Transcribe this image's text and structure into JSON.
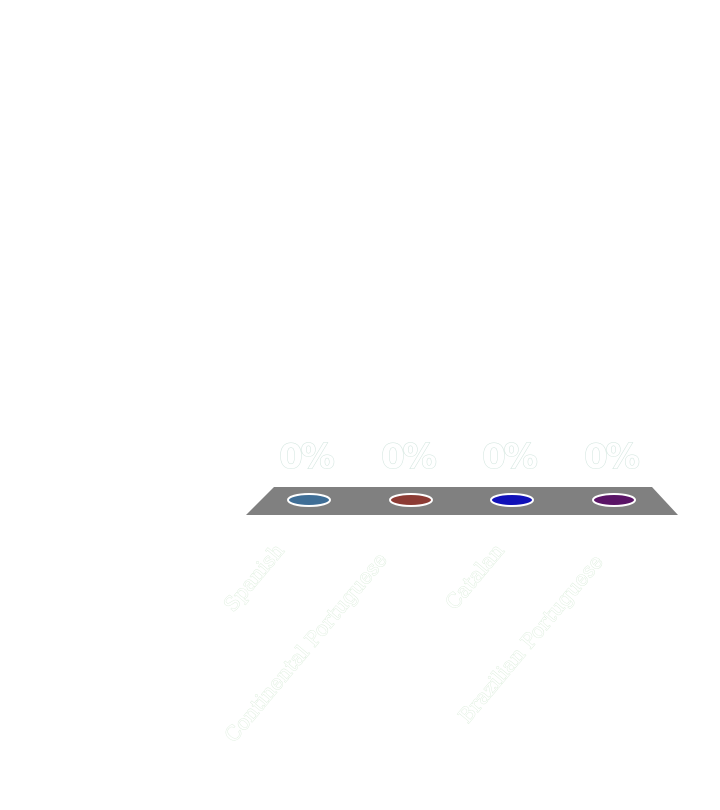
{
  "chart_data": {
    "type": "bar",
    "categories": [
      "Spanish",
      "Continental Portuguese",
      "Catalan",
      "Brazilian Portuguese"
    ],
    "values": [
      0,
      0,
      0,
      0
    ],
    "value_labels": [
      "0%",
      "0%",
      "0%",
      "0%"
    ],
    "colors": [
      "#3f6e96",
      "#8c3b34",
      "#1010b8",
      "#5a1466"
    ],
    "floor_color": "#808080",
    "grid": false,
    "legend": "none",
    "ylim": [
      0,
      100
    ]
  }
}
